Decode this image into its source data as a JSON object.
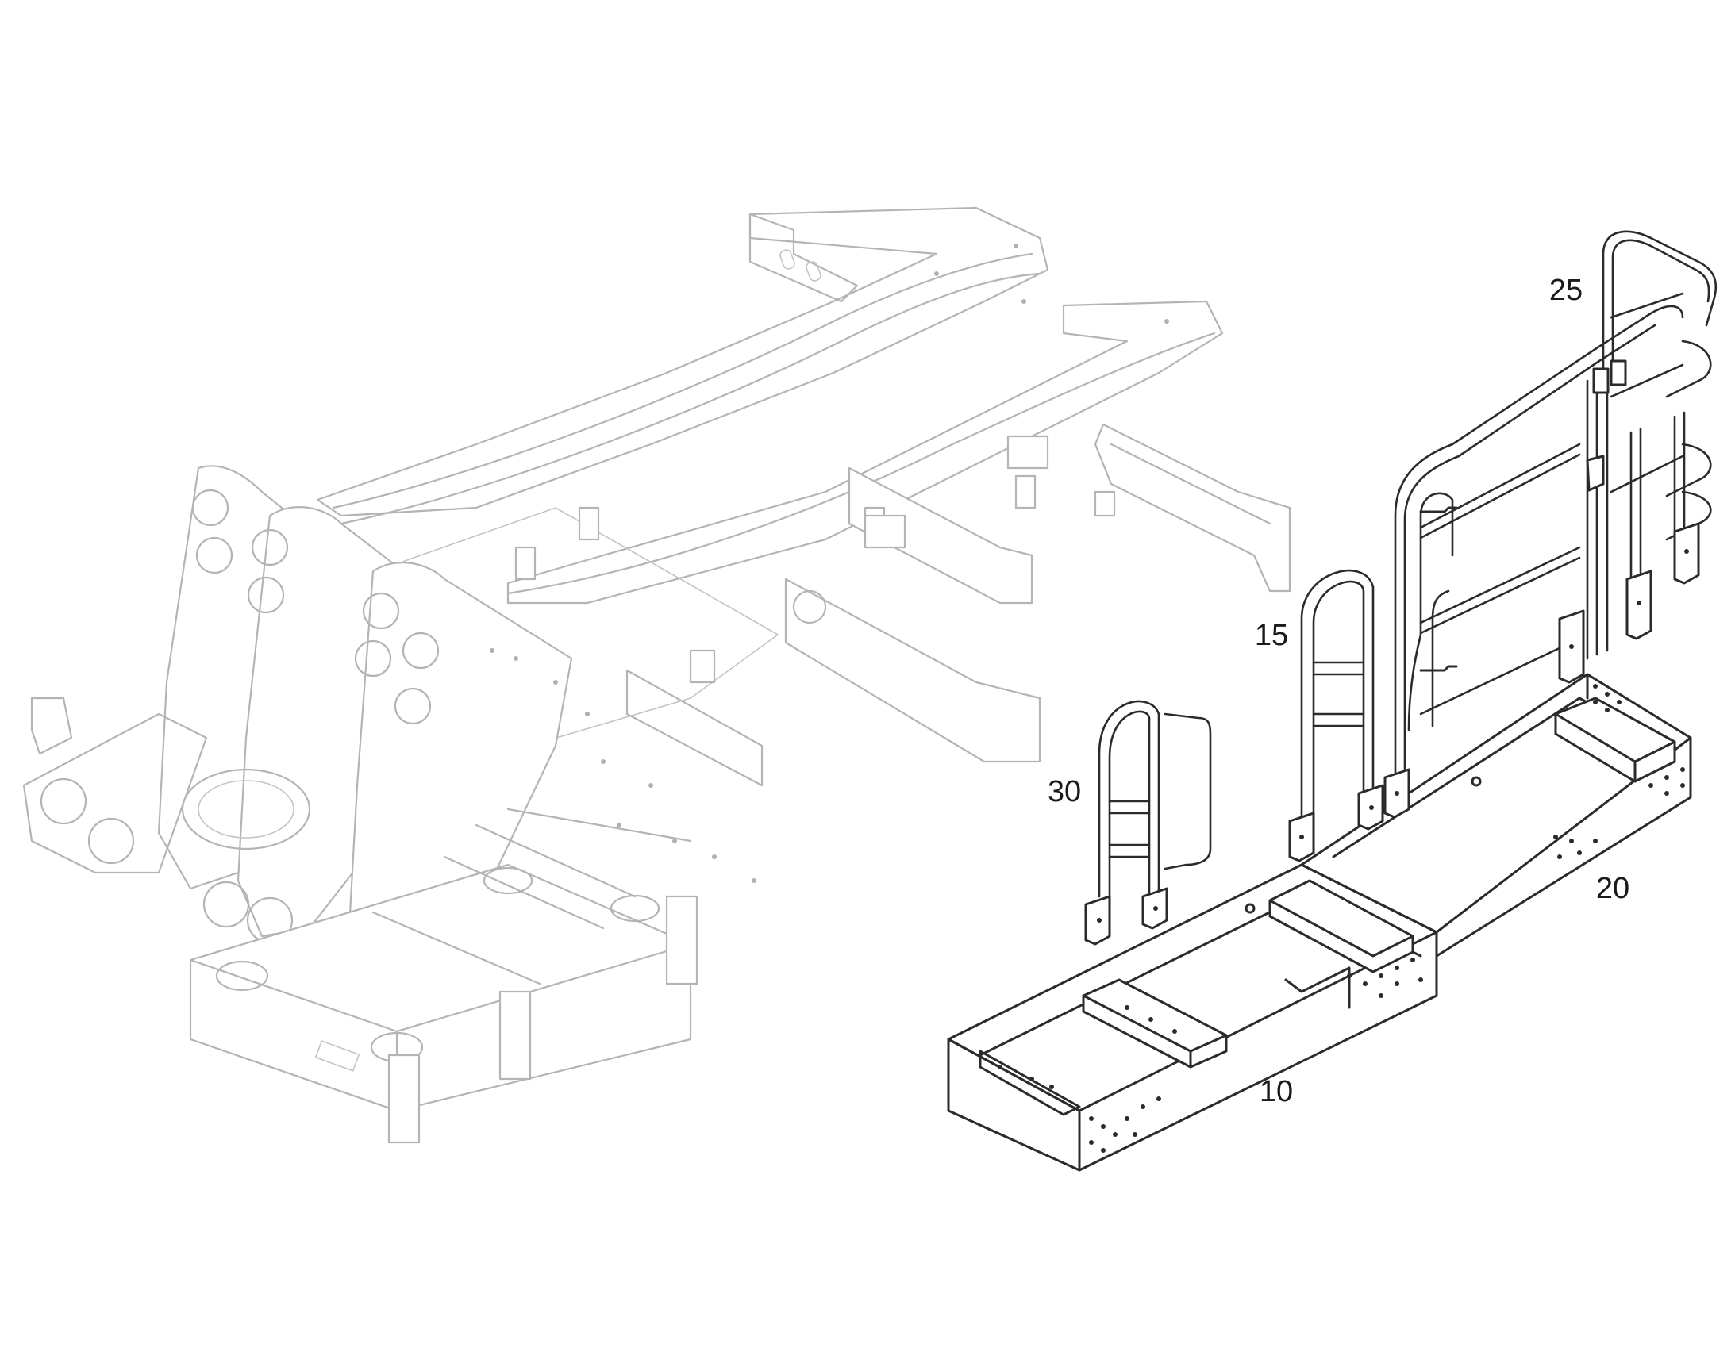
{
  "diagram": {
    "type": "exploded parts diagram",
    "callouts": [
      {
        "id": "c10",
        "label": "10",
        "part": "walkway-box-front"
      },
      {
        "id": "c15",
        "label": "15",
        "part": "handrail-small"
      },
      {
        "id": "c20",
        "label": "20",
        "part": "walkway-box-rear"
      },
      {
        "id": "c25",
        "label": "25",
        "part": "handrail-large"
      },
      {
        "id": "c30",
        "label": "30",
        "part": "grab-handle"
      }
    ],
    "colors": {
      "highlight_line": "#2b2b2b",
      "ghost_line": "#b4b4b4",
      "background": "#ffffff"
    }
  }
}
